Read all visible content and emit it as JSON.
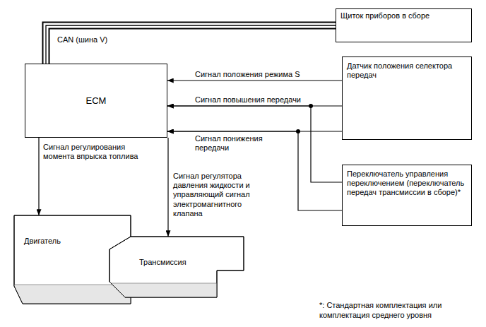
{
  "diagram": {
    "nodes": [
      {
        "text": [
          "ECM"
        ]
      },
      {
        "text": [
          "Щиток приборов в сборе"
        ]
      },
      {
        "text": [
          "Датчик положения селектора передач"
        ]
      },
      {
        "text": [
          "Переключатель управления переключением (переключатель передач трансмиссии в сборе)*"
        ]
      },
      {
        "text": [
          "Двигатель"
        ]
      },
      {
        "text": [
          "Трансмиссия"
        ]
      }
    ],
    "edges": [
      {
        "from": 0,
        "to": 1,
        "label": "CAN (шина V)",
        "arrow": "none"
      },
      {
        "from": 2,
        "to": 0,
        "label": "Сигнал положения режима S",
        "arrow": "to"
      },
      {
        "from": 2,
        "to": 0,
        "label": "Сигнал повышения передачи",
        "arrow": "to"
      },
      {
        "from": 3,
        "to": 0,
        "arrow": "to"
      },
      {
        "from": 2,
        "to": 0,
        "label": "Сигнал понижения передачи",
        "arrow": "to"
      },
      {
        "from": 3,
        "to": 0,
        "arrow": "to"
      },
      {
        "from": 0,
        "to": 4,
        "label": "Сигнал регулирования момента впрыска топлива",
        "arrow": "to"
      },
      {
        "from": 0,
        "to": 5,
        "label": "Сигнал регулятора давления жидкости и управляющий сигнал электромагнитного клапана",
        "arrow": "to"
      }
    ],
    "labels": [
      "*: Стандартная комплектация или комплектация среднего уровня"
    ]
  }
}
